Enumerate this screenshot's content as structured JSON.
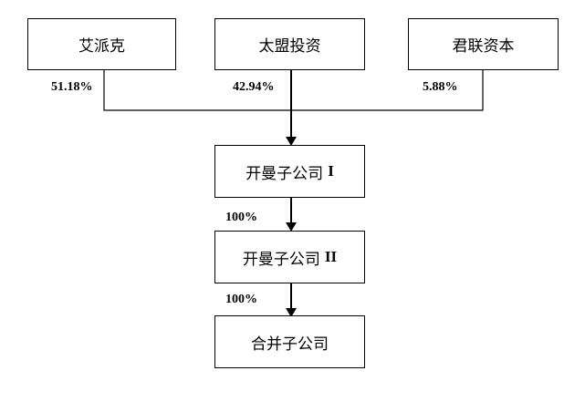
{
  "shareholders": [
    {
      "name": "艾派克",
      "share": "51.18%"
    },
    {
      "name": "太盟投资",
      "share": "42.94%"
    },
    {
      "name": "君联资本",
      "share": "5.88%"
    }
  ],
  "sub1": {
    "name": "开曼子公司",
    "suffix": "I",
    "share": "100%"
  },
  "sub2": {
    "name": "开曼子公司",
    "suffix": "II",
    "share": "100%"
  },
  "sub3": {
    "name": "合并子公司"
  }
}
